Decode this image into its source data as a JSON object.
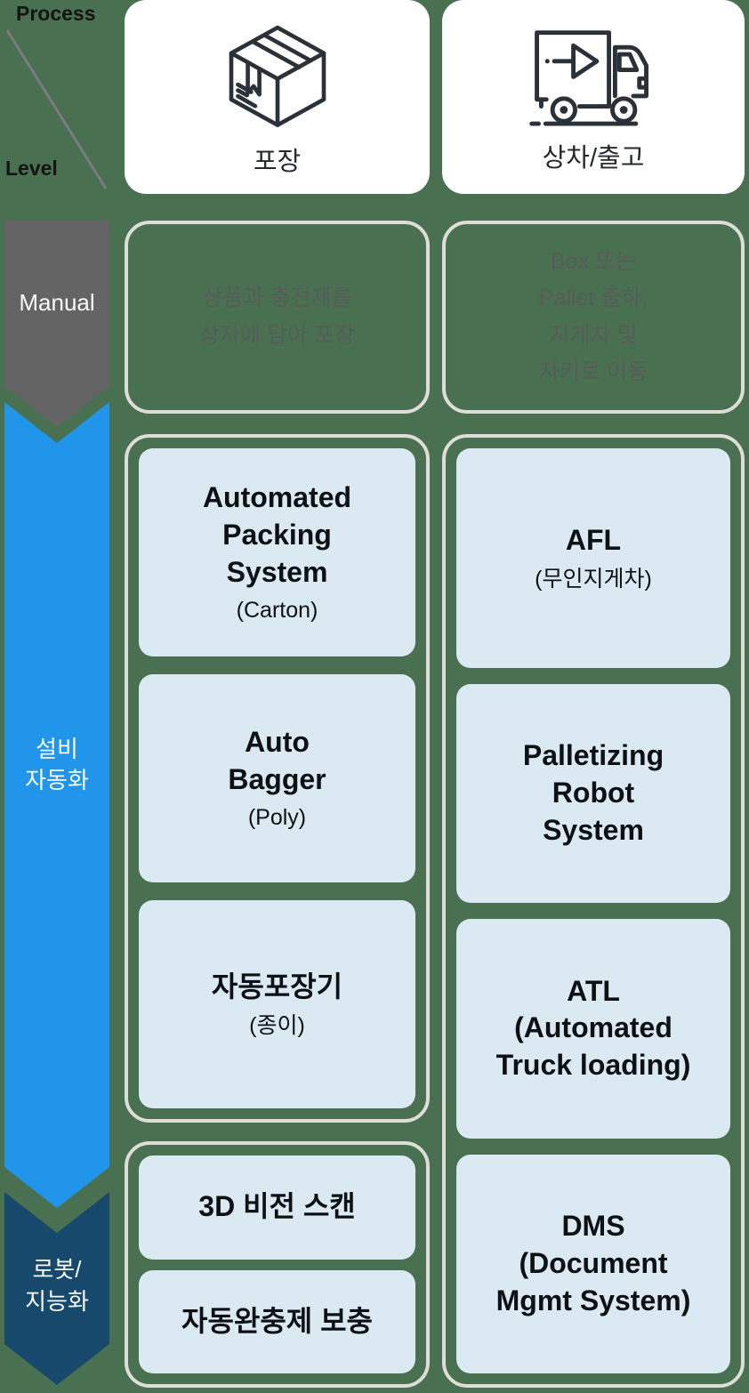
{
  "colors": {
    "background": "#497050",
    "band-manual": "#646464",
    "band-automation": "#2095e9",
    "band-robot": "#17496d",
    "card-fill": "#dbe9f3",
    "group-border": "#deddd8"
  },
  "corner": {
    "process_label": "Process",
    "level_label": "Level"
  },
  "levels": [
    {
      "label": "Manual"
    },
    {
      "label": "설비\n자동화"
    },
    {
      "label": "로봇/\n지능화"
    }
  ],
  "columns": [
    {
      "header": {
        "label": "포장",
        "icon": "box-icon"
      },
      "manual_text": "상품과 충전제를\n상자에 담아 포장",
      "groups": [
        {
          "name": "automation",
          "cards": [
            {
              "title": "Automated\nPacking\nSystem",
              "subtitle": "(Carton)"
            },
            {
              "title": "Auto\nBagger",
              "subtitle": "(Poly)"
            },
            {
              "title": "자동포장기",
              "subtitle": "(종이)"
            }
          ]
        },
        {
          "name": "robot",
          "cards": [
            {
              "title": "3D 비전 스캔"
            },
            {
              "title": "자동완충제 보충"
            }
          ]
        }
      ]
    },
    {
      "header": {
        "label": "상차/출고",
        "icon": "truck-icon"
      },
      "manual_text": "Box 또는\nPallet 출하,\n지게차 및\n자키로 이동",
      "groups": [
        {
          "name": "automation-robot",
          "cards": [
            {
              "title": "AFL",
              "subtitle": "(무인지게차)"
            },
            {
              "title": "Palletizing\nRobot\nSystem"
            },
            {
              "title": "ATL\n(Automated\nTruck loading)"
            },
            {
              "title": "DMS\n(Document\nMgmt System)"
            }
          ]
        }
      ]
    }
  ]
}
